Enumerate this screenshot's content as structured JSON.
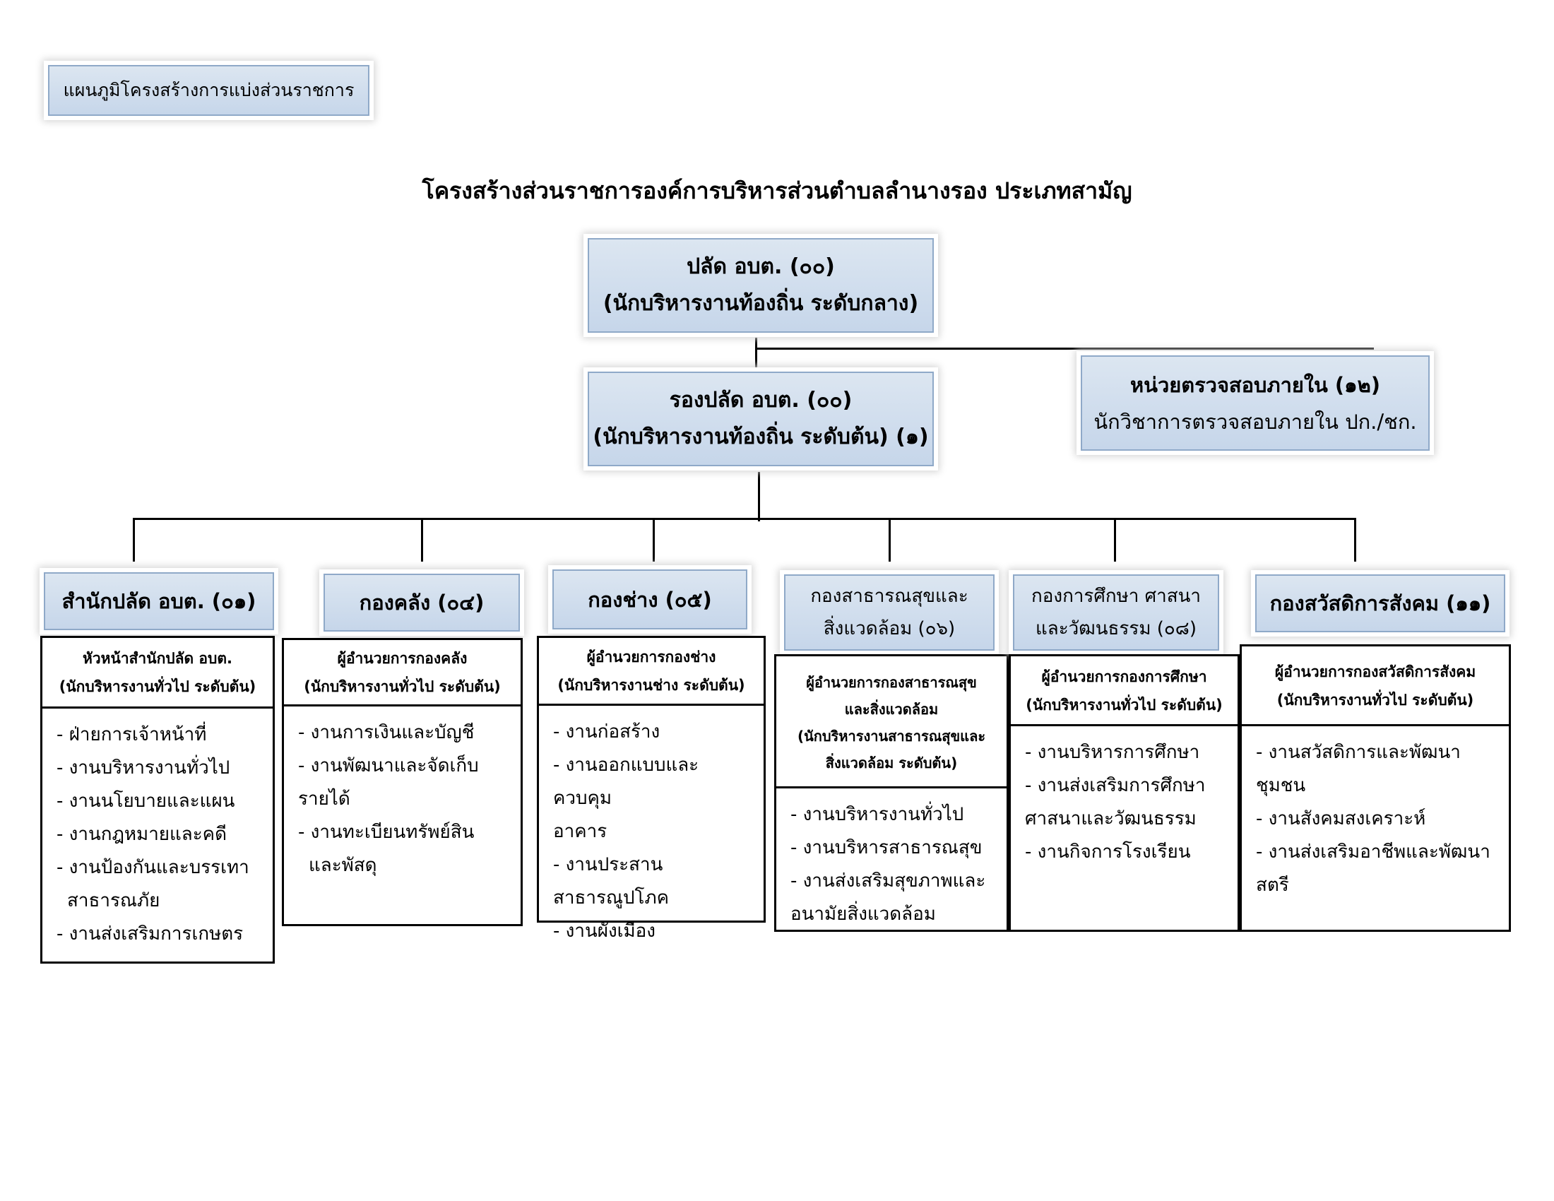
{
  "section_label": "แผนภูมิโครงสร้างการแบ่งส่วนราชการ",
  "title": "โครงสร้างส่วนราชการองค์การบริหารส่วนตำบลลำนางรอง ประเภทสามัญ",
  "top": {
    "line1": "ปลัด อบต. (๐๐)",
    "line2": "(นักบริหารงานท้องถิ่น ระดับกลาง)"
  },
  "deputy": {
    "line1": "รองปลัด อบต. (๐๐)",
    "line2": "(นักบริหารงานท้องถิ่น ระดับต้น) (๑)"
  },
  "audit": {
    "line1": "หน่วยตรวจสอบภายใน (๑๒)",
    "line2": "นักวิชาการตรวจสอบภายใน ปก./ชก."
  },
  "divisions": [
    {
      "name": "สำนักปลัด อบต. (๐๑)",
      "head": [
        "หัวหน้าสำนักปลัด อบต.",
        "(นักบริหารงานทั่วไป ระดับต้น)"
      ],
      "items": [
        "- ฝ่ายการเจ้าหน้าที่",
        "- งานบริหารงานทั่วไป",
        "- งานนโยบายและแผน",
        "- งานกฎหมายและคดี",
        "- งานป้องกันและบรรเทา",
        "  สาธารณภัย",
        "- งานส่งเสริมการเกษตร"
      ]
    },
    {
      "name": "กองคลัง (๐๔)",
      "head": [
        "ผู้อำนวยการกองคลัง",
        "(นักบริหารงานทั่วไป ระดับต้น)"
      ],
      "items": [
        "- งานการเงินและบัญชี",
        "- งานพัฒนาและจัดเก็บ",
        "รายได้",
        "- งานทะเบียนทรัพย์สิน",
        "  และพัสดุ"
      ]
    },
    {
      "name": "กองช่าง (๐๕)",
      "head": [
        "ผู้อำนวยการกองช่าง",
        "(นักบริหารงานช่าง ระดับต้น)"
      ],
      "items": [
        "- งานก่อสร้าง",
        "- งานออกแบบและควบคุม",
        "อาคาร",
        "- งานประสาน",
        "สาธารณูปโภค",
        "- งานผังเมือง"
      ]
    },
    {
      "name": "กองสาธารณสุขและ\nสิ่งแวดล้อม (๐๖)",
      "name1": "กองสาธารณสุขและ",
      "name2": "สิ่งแวดล้อม (๐๖)",
      "head": [
        "ผู้อำนวยการกองสาธารณสุข",
        "และสิ่งแวดล้อม",
        "(นักบริหารงานสาธารณสุขและ",
        "สิ่งแวดล้อม ระดับต้น)"
      ],
      "items": [
        "- งานบริหารงานทั่วไป",
        "- งานบริหารสาธารณสุข",
        "- งานส่งเสริมสุขภาพและ",
        "อนามัยสิ่งแวดล้อม"
      ]
    },
    {
      "name": "กองการศึกษา ศาสนา\nและวัฒนธรรม (๐๘)",
      "name1": "กองการศึกษา ศาสนา",
      "name2": "และวัฒนธรรม (๐๘)",
      "head": [
        "ผู้อำนวยการกองการศึกษา",
        "(นักบริหารงานทั่วไป ระดับต้น)"
      ],
      "items": [
        "- งานบริหารการศึกษา",
        "- งานส่งเสริมการศึกษา",
        "ศาสนาและวัฒนธรรม",
        "- งานกิจการโรงเรียน"
      ]
    },
    {
      "name": "กองสวัสดิการสังคม (๑๑)",
      "head": [
        "ผู้อำนวยการกองสวัสดิการสังคม",
        "(นักบริหารงานทั่วไป ระดับต้น)"
      ],
      "items": [
        "- งานสวัสดิการและพัฒนาชุมชน",
        "- งานสังคมสงเคราะห์",
        "- งานส่งเสริมอาชีพและพัฒนา",
        "สตรี"
      ]
    }
  ]
}
